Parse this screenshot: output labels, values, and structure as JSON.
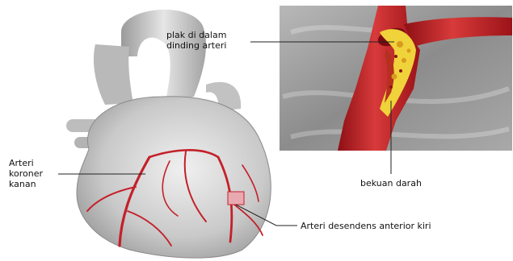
{
  "labels": {
    "plaque": [
      "plak di dalam",
      "dinding arteri"
    ],
    "right_coronary": [
      "Arteri",
      "koroner",
      "kanan"
    ],
    "clot": "bekuan darah",
    "lad": "Arteri desendens anterior kiri"
  },
  "colors": {
    "artery": "#c4202a",
    "artery_dark": "#8e1015",
    "plaque": "#f0d23a",
    "heart": "#cfcfcf",
    "inset_bg": "#9a9a9a"
  }
}
